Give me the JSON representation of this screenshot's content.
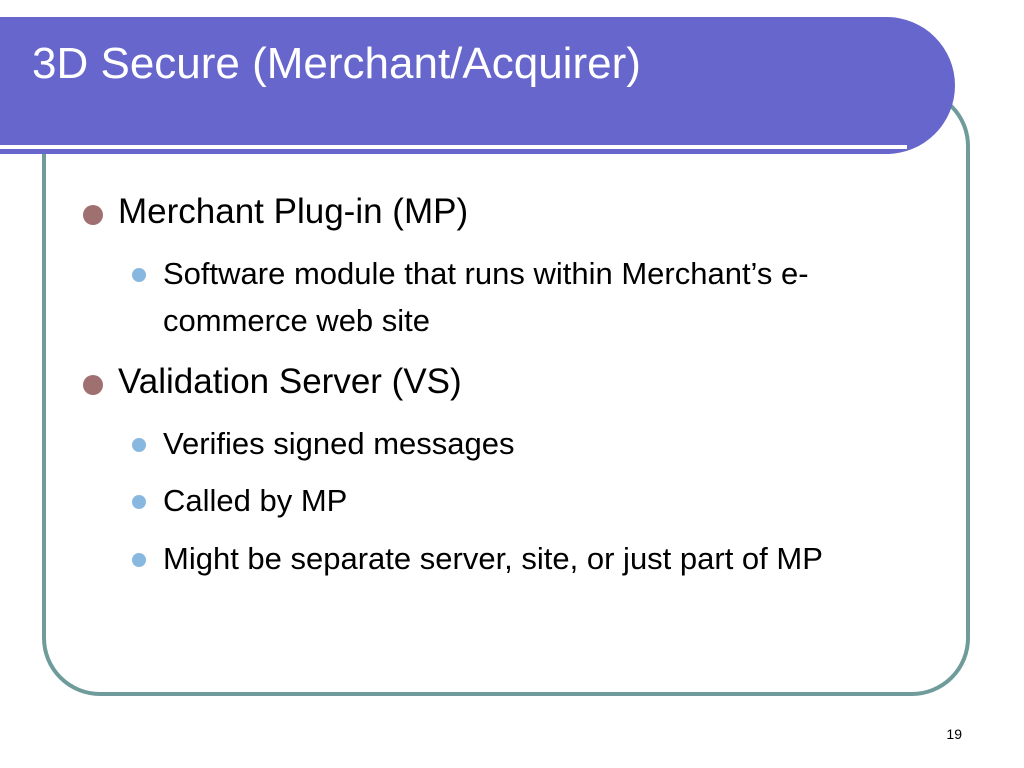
{
  "slide": {
    "title": "3D Secure (Merchant/Acquirer)",
    "bullets": [
      {
        "level": 1,
        "text": "Merchant Plug-in (MP)"
      },
      {
        "level": 2,
        "text": "Software module that runs within Merchant’s e-commerce web site"
      },
      {
        "level": 1,
        "text": "Validation Server (VS)"
      },
      {
        "level": 2,
        "text": "Verifies signed messages"
      },
      {
        "level": 2,
        "text": "Called by MP"
      },
      {
        "level": 2,
        "text": "Might be separate server, site, or just part of MP"
      }
    ],
    "page_number": "19"
  },
  "colors": {
    "title_banner": "#6666cc",
    "frame_border": "#6f9c9b",
    "level1_bullet": "#a07070",
    "level2_bullet": "#88b8e0"
  }
}
